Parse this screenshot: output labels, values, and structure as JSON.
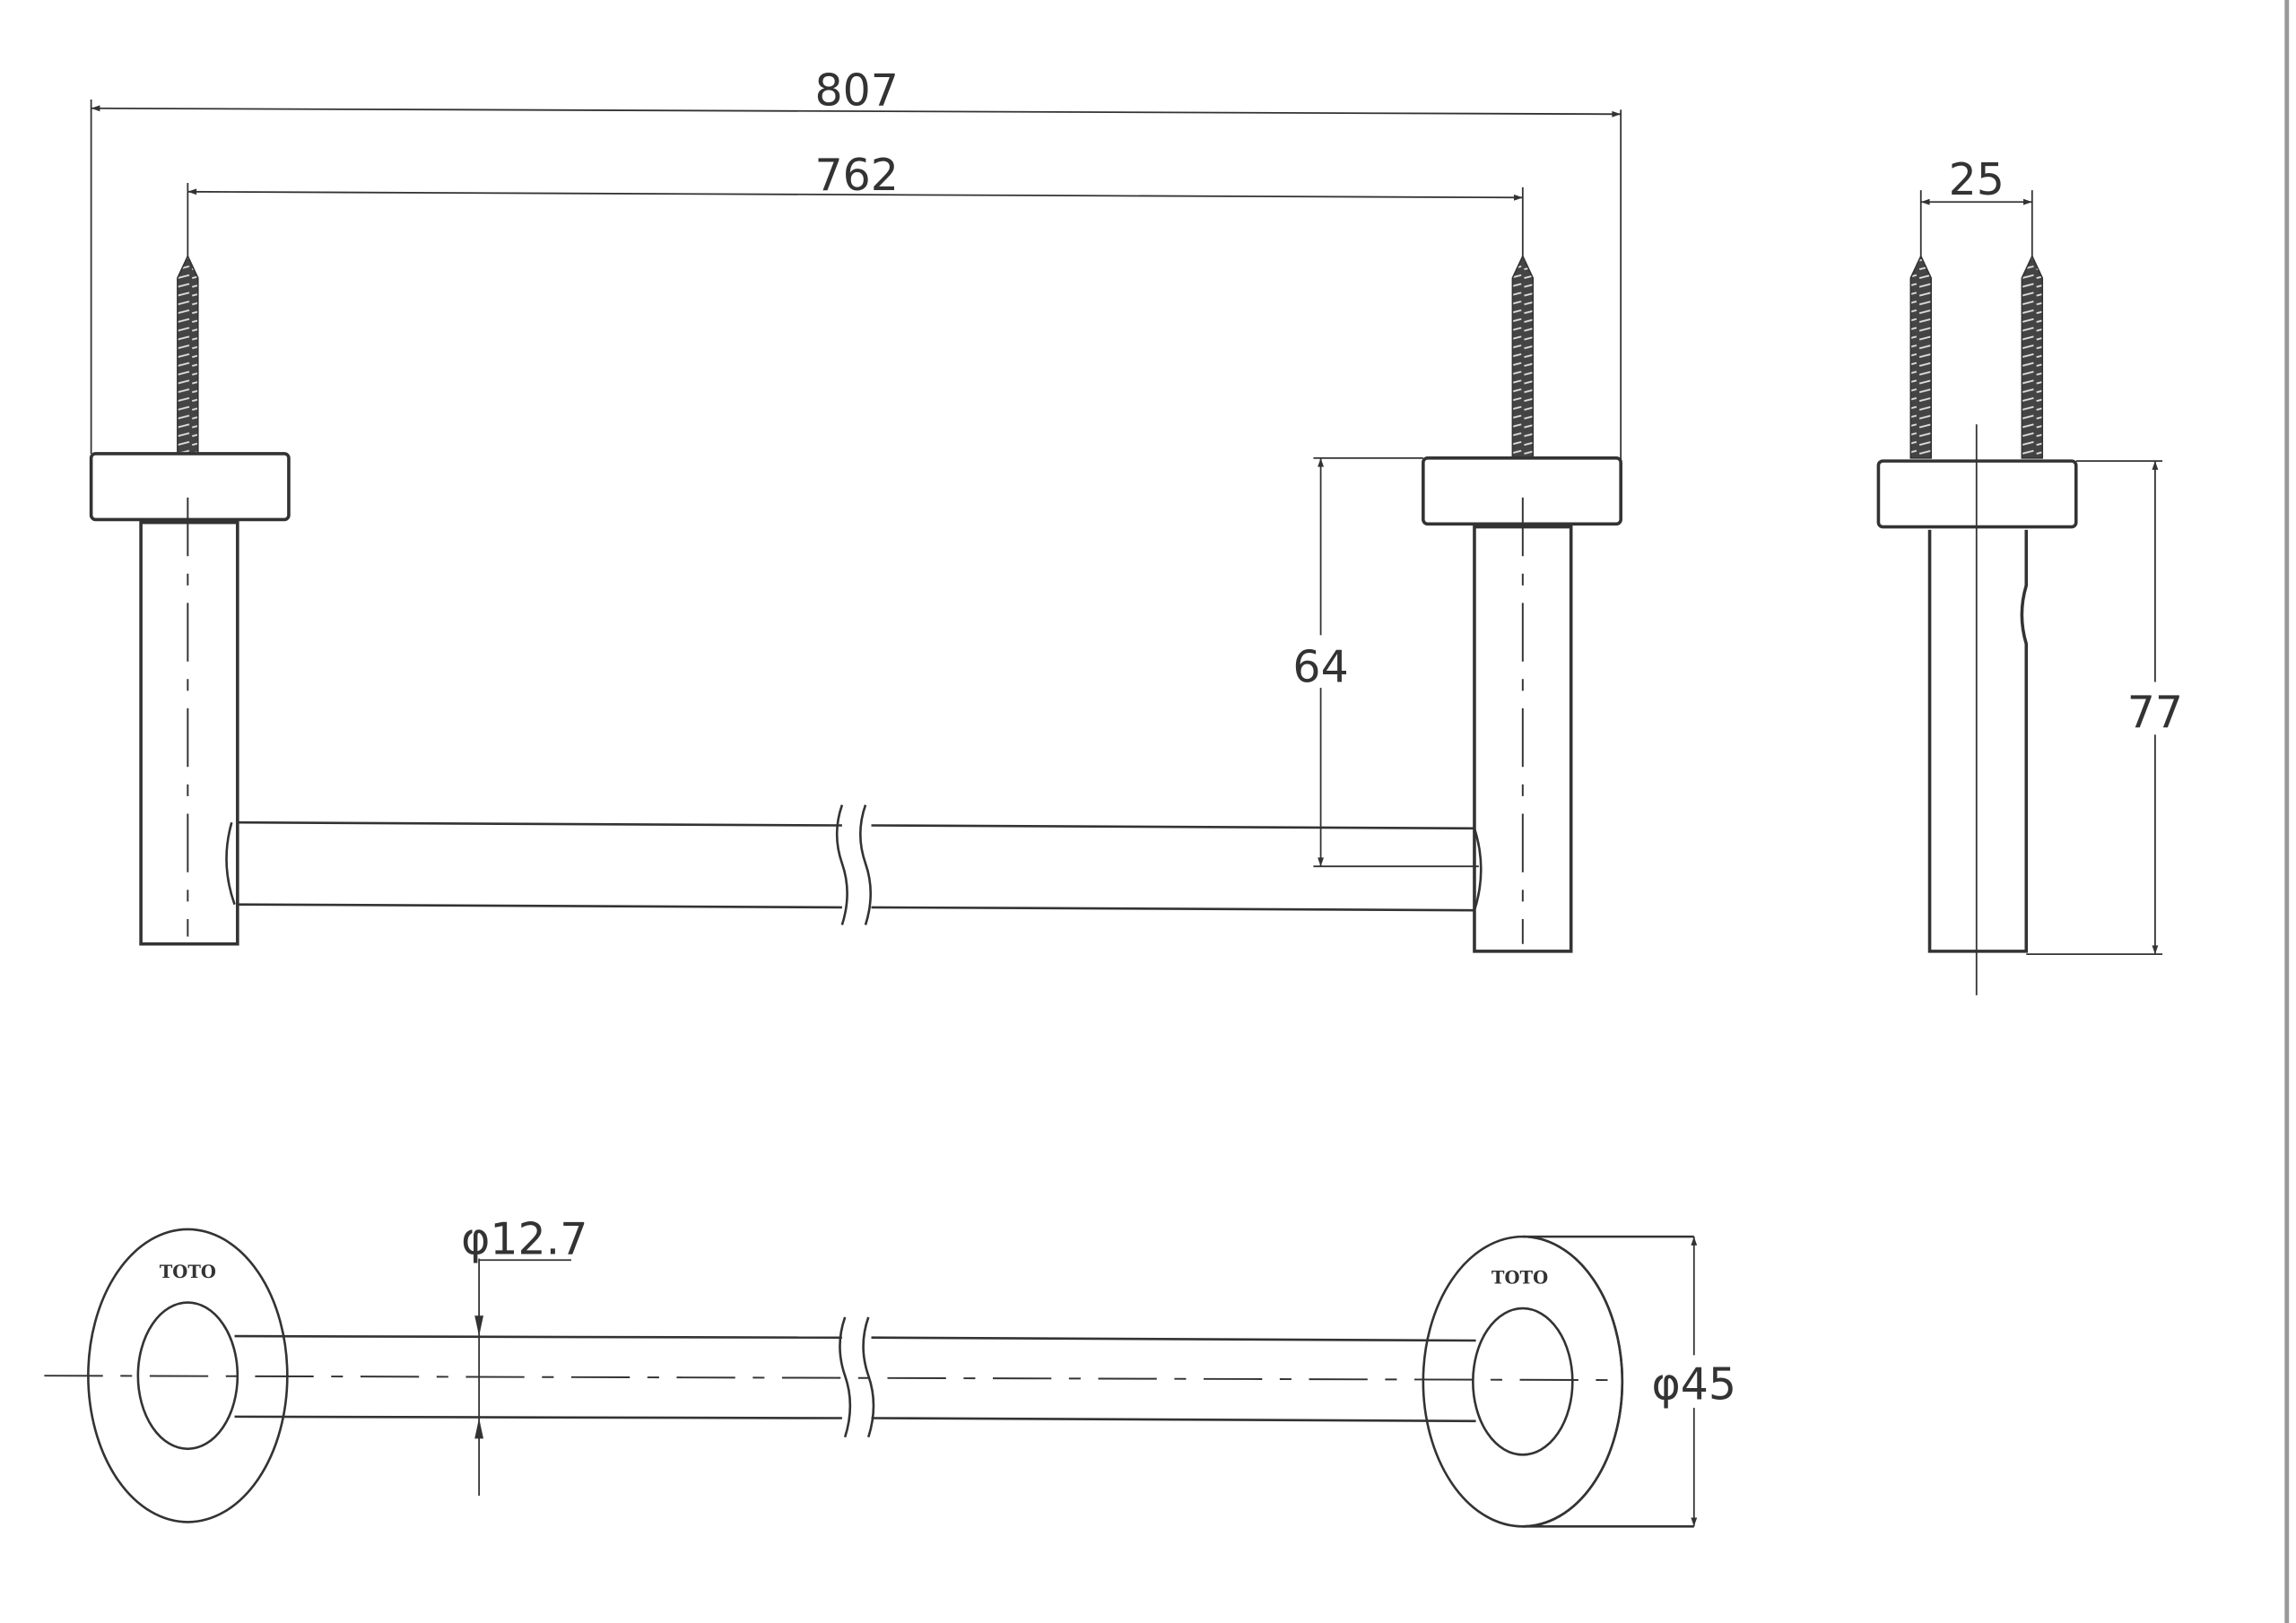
{
  "drawing": {
    "brand_logo_text": "TOTO",
    "dimensions": {
      "overall_length": "807",
      "mounting_center_distance": "762",
      "projection_to_bar": "64",
      "screw_spacing": "25",
      "overall_projection": "77",
      "bar_diameter": "φ12.7",
      "flange_diameter": "φ45"
    }
  },
  "colors": {
    "line": "#333333",
    "background": "#ffffff"
  }
}
